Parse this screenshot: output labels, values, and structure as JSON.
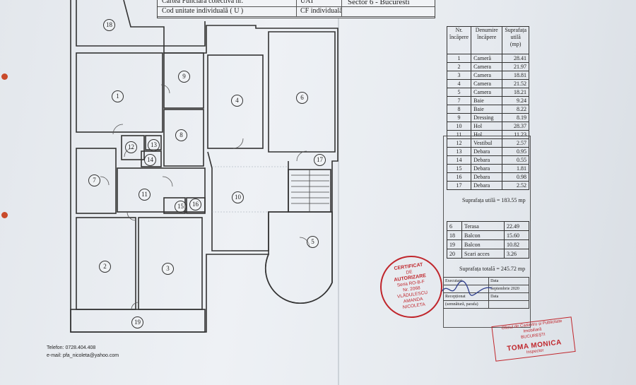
{
  "header": {
    "row1": "Cartea Funciară colectivă nr.",
    "row2_label": "Cod unitate individuală ( U )",
    "uat_label": "UAT",
    "cf_label": "CF individuală",
    "sector": "Sector 6 - Bucuresti"
  },
  "plan": {
    "room_markers": [
      "18",
      "1",
      "9",
      "4",
      "6",
      "8",
      "12",
      "13",
      "14",
      "7",
      "11",
      "17",
      "10",
      "15",
      "16",
      "2",
      "3",
      "5",
      "19"
    ]
  },
  "table": {
    "col_nr": "Nr. încăpere",
    "col_name": "Denumire încăpere",
    "col_area": "Suprafața utilă (mp)",
    "rows": [
      {
        "nr": "1",
        "name": "Cameră",
        "area": "28.41"
      },
      {
        "nr": "2",
        "name": "Camera",
        "area": "21.97"
      },
      {
        "nr": "3",
        "name": "Camera",
        "area": "18.81"
      },
      {
        "nr": "4",
        "name": "Camera",
        "area": "21.52"
      },
      {
        "nr": "5",
        "name": "Camera",
        "area": "18.21"
      },
      {
        "nr": "7",
        "name": "Baie",
        "area": "9.24"
      },
      {
        "nr": "8",
        "name": "Baie",
        "area": "8.22"
      },
      {
        "nr": "9",
        "name": "Dressing",
        "area": "8.19"
      },
      {
        "nr": "10",
        "name": "Hol",
        "area": "28.37"
      },
      {
        "nr": "11",
        "name": "Hol",
        "area": "11.23"
      },
      {
        "nr": "12",
        "name": "Vestibul",
        "area": "2.57"
      },
      {
        "nr": "13",
        "name": "Debara",
        "area": "0.95"
      },
      {
        "nr": "14",
        "name": "Debara",
        "area": "0.55"
      },
      {
        "nr": "15",
        "name": "Debara",
        "area": "1.81"
      },
      {
        "nr": "16",
        "name": "Debara",
        "area": "0.98"
      },
      {
        "nr": "17",
        "name": "Debara",
        "area": "2.52"
      }
    ],
    "useful_total": "Suprafața utilă = 183.55 mp",
    "extra_rows": [
      {
        "nr": "6",
        "name": "Terasa",
        "area": "22.49"
      },
      {
        "nr": "18",
        "name": "Balcon",
        "area": "15.60"
      },
      {
        "nr": "19",
        "name": "Balcon",
        "area": "10.82"
      },
      {
        "nr": "20",
        "name": "Scari acces",
        "area": "3.26"
      }
    ],
    "grand_total": "Suprafața totală = 245.72 mp"
  },
  "reception": {
    "executant": "Executant",
    "data": "Data",
    "date_value": "Septembrie 2020",
    "receptionat": "Recepționat",
    "data2": "Data",
    "signature_note": "(semnătură, parafa)"
  },
  "stamp": {
    "line1": "CERTIFICAT",
    "line2": "DE",
    "line3": "AUTORIZARE",
    "line4": "Seria RO-B-F",
    "line5": "Nr. 2068",
    "line6": "VLĂDULESCU",
    "line7": "AMANDA",
    "line8": "NICOLETA"
  },
  "ocpi": {
    "line1": "Oficiul de Cadastru și Publicitate Imobiliară",
    "line2": "BUCUREȘTI",
    "name": "TOMA MONICA",
    "role": "Inspector"
  },
  "contact": {
    "phone": "Telefon: 0728.404.408",
    "email": "e-mail: pfa_nicoleta@yahoo.com"
  },
  "colors": {
    "ink": "#222222",
    "stamp_red": "#c0262c",
    "paper": "#e9edf2"
  }
}
